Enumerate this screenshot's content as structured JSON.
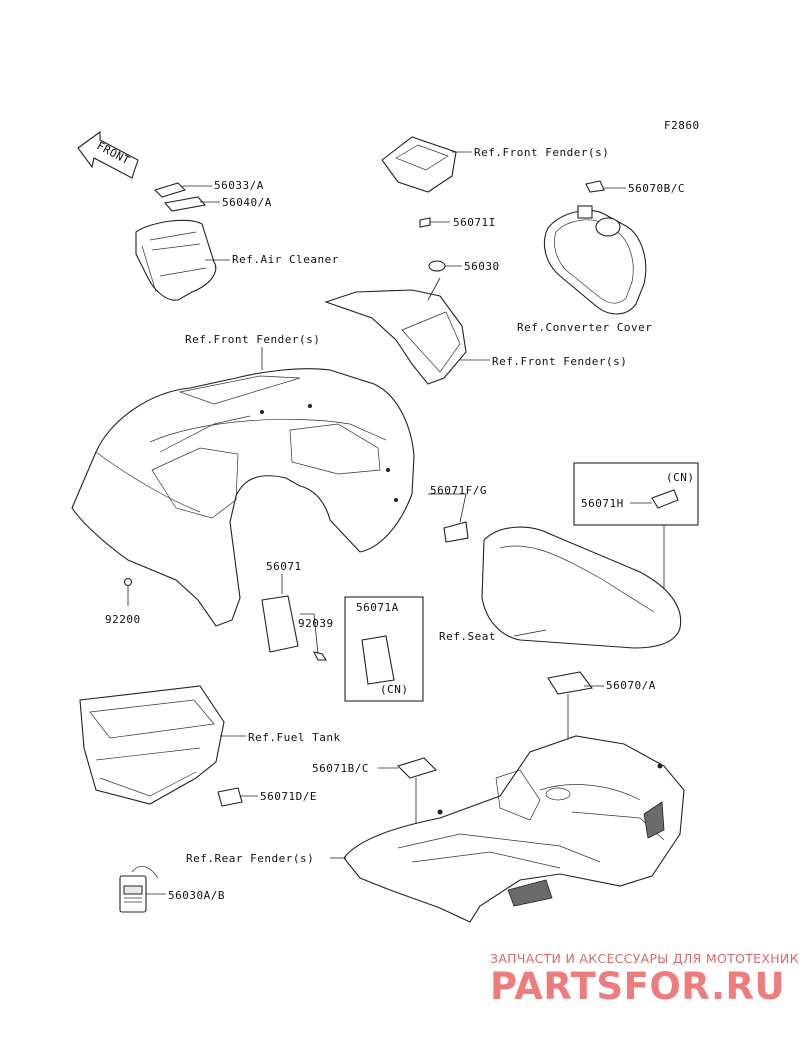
{
  "diagram_code": "F2860",
  "front_arrow": "FRONT",
  "labels": {
    "p56033A": "56033/A",
    "p56040A": "56040/A",
    "air_cleaner": "Ref.Air Cleaner",
    "front_fender_top": "Ref.Front Fender(s)",
    "p56071I": "56071I",
    "p56070BC": "56070B/C",
    "p56030": "56030",
    "converter_cover": "Ref.Converter Cover",
    "front_fender_right": "Ref.Front Fender(s)",
    "front_fender_main": "Ref.Front Fender(s)",
    "p56071FG": "56071F/G",
    "cn_top": "(CN)",
    "p56071H": "56071H",
    "p56071": "56071",
    "p92200": "92200",
    "p92039": "92039",
    "p56071A": "56071A",
    "cn_box": "(CN)",
    "seat": "Ref.Seat",
    "p56070A": "56070/A",
    "fuel_tank": "Ref.Fuel Tank",
    "p56071BC": "56071B/C",
    "p56071DE": "56071D/E",
    "rear_fender": "Ref.Rear Fender(s)",
    "p56030AB": "56030A/B"
  },
  "watermark": {
    "top_text": "ЗАПЧАСТИ И АКСЕССУАРЫ ДЛЯ МОТОТЕХНИКИ",
    "logo_text": "PARTSFOR.RU"
  },
  "colors": {
    "line": "#222222",
    "watermark": "#ef7c7c"
  }
}
